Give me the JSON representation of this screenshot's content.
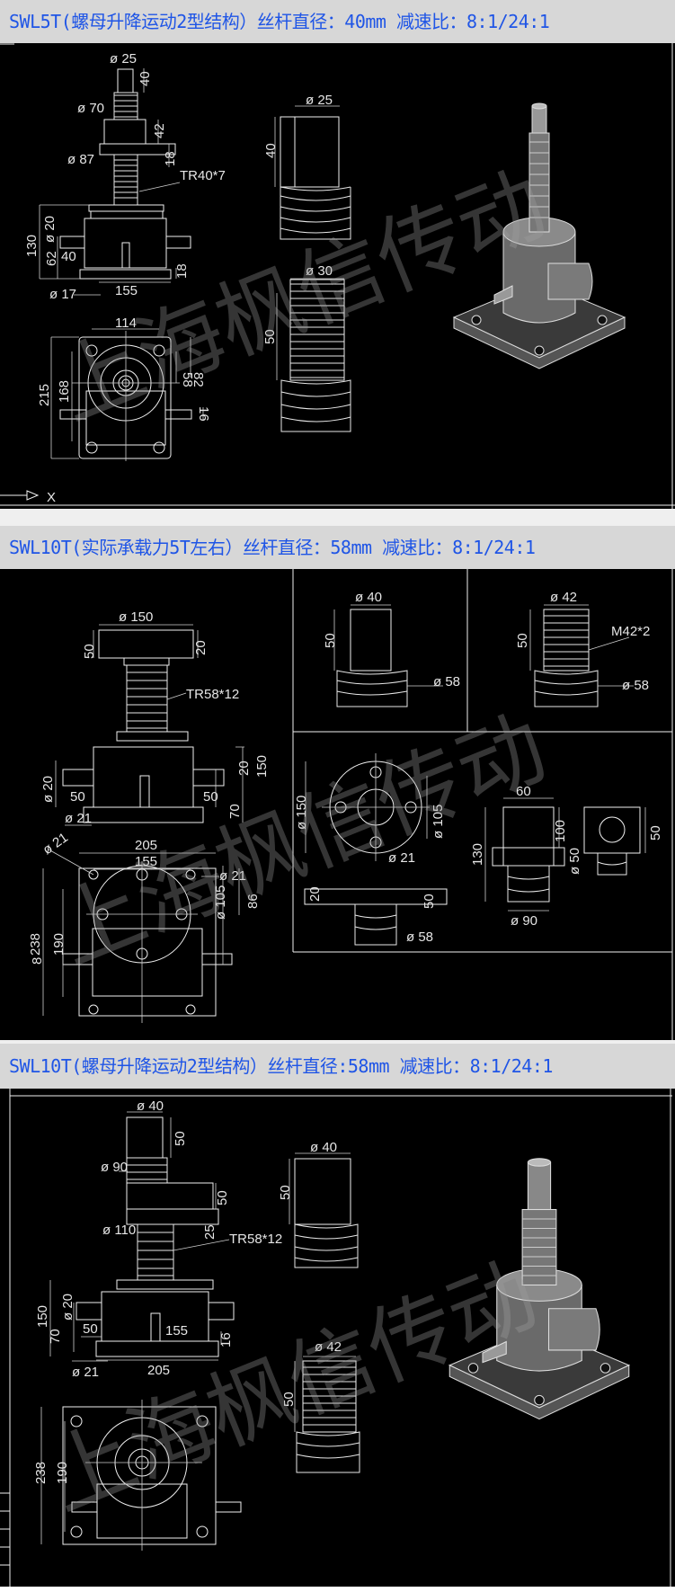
{
  "sections": [
    {
      "title": "SWL5T(螺母升降运动2型结构）丝杆直径：40mm 减速比：8:1/24:1",
      "labels": {
        "d25_top": "ø 25",
        "h40_top": "40",
        "d70": "ø 70",
        "h42": "42",
        "d87": "ø 87",
        "h18_flange": "18",
        "thread": "TR40*7",
        "h130": "130",
        "d20": "ø 20",
        "h62": "62",
        "w40": "40",
        "h18_base": "18",
        "w155": "155",
        "d17": "ø 17",
        "w114": "114",
        "h215": "215",
        "h168": "168",
        "h58": "58",
        "h82": "82",
        "h16": "16",
        "detail_d25": "ø 25",
        "detail_h40": "40",
        "detail_d30": "ø 30",
        "detail_h50": "50",
        "axis_x": "X"
      }
    },
    {
      "title": "SWL10T(实际承载力5T左右）丝杆直径：58mm 减速比：8:1/24:1",
      "labels": {
        "d150_plate": "ø 150",
        "h50_plate": "50",
        "h20_plate": "20",
        "thread": "TR58*12",
        "d20": "ø 20",
        "w50_left": "50",
        "d21_left": "ø 21",
        "h20_right": "20",
        "h150": "150",
        "w50_right": "50",
        "h70": "70",
        "d21_bottom": "ø 21",
        "w205": "205",
        "w155": "155",
        "d21_hole": "ø 21",
        "d105": "ø 105",
        "h86": "86",
        "h238": "238",
        "h190": "190",
        "w8": "8",
        "end_d40": "ø 40",
        "end_h50": "50",
        "end_d58": "ø 58",
        "nut_d42": "ø 42",
        "nut_h50": "50",
        "nut_thread": "M42*2",
        "nut_d58": "ø 58",
        "flange_d150": "ø 150",
        "flange_d105": "ø 105",
        "flange_d21": "ø 21",
        "flange_h20": "20",
        "flange_h50": "50",
        "flange_d58": "ø 58",
        "block_w60": "60",
        "block_h130": "130",
        "block_h100": "100",
        "block_d50": "ø 50",
        "block_d90": "ø 90",
        "side_h50": "50"
      }
    },
    {
      "title": "SWL10T(螺母升降运动2型结构）丝杆直径:58mm 减速比：8:1/24:1",
      "labels": {
        "d40_top": "ø 40",
        "h50_top": "50",
        "d90": "ø 90",
        "h50_nut": "50",
        "d110": "ø 110",
        "h25": "25",
        "thread": "TR58*12",
        "h150": "150",
        "d20": "ø 20",
        "h70": "70",
        "w50": "50",
        "w155": "155",
        "h16": "16",
        "d21": "ø 21",
        "w205": "205",
        "h238": "238",
        "h190": "190",
        "detail_d40": "ø 40",
        "detail_h50": "50",
        "detail_d42": "ø 42",
        "detail_h50b": "50"
      }
    }
  ],
  "watermark": "上海枫信传动"
}
